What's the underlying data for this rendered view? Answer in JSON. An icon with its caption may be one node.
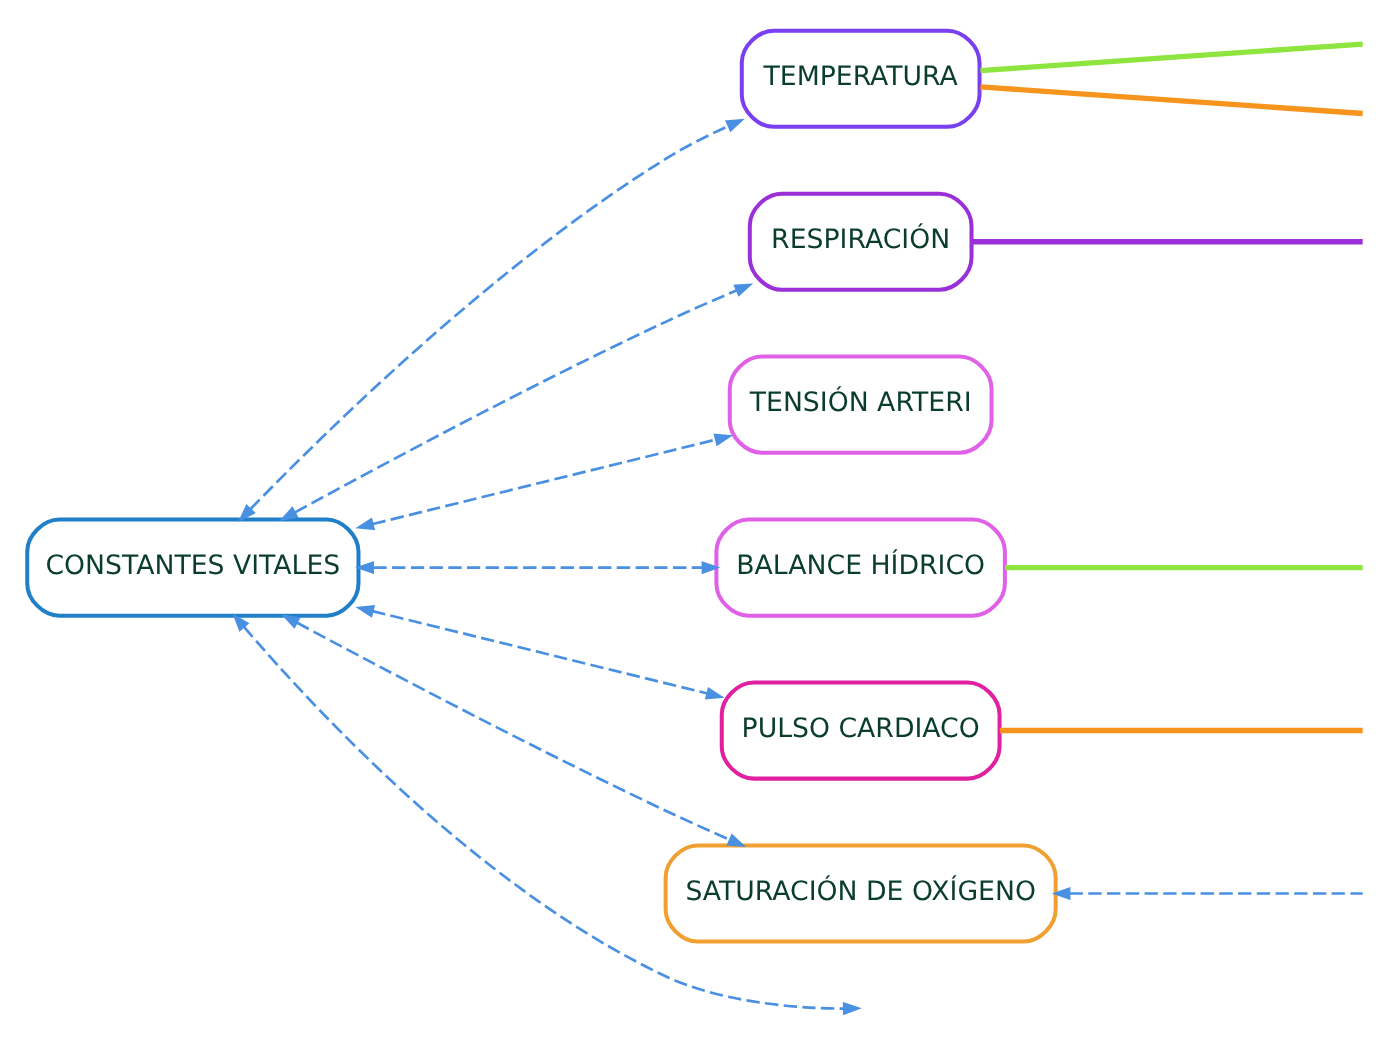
{
  "diagram": {
    "nodes": [
      {
        "text": [
          "CONSTANTES VITALES"
        ]
      },
      {
        "text": [
          "TEMPERATURA"
        ]
      },
      {
        "text": [
          "RESPIRACIÓN"
        ]
      },
      {
        "text": [
          "TENSIÓN ARTERI"
        ]
      },
      {
        "text": [
          "BALANCE HÍDRICO"
        ]
      },
      {
        "text": [
          "PULSO CARDIACO"
        ]
      },
      {
        "text": [
          "SATURACIÓN DE OXÍGENO"
        ]
      }
    ],
    "edges": [
      {
        "from": 0,
        "to": null,
        "arrow": "both",
        "style": "dashed"
      },
      {
        "from": 0,
        "to": 1,
        "arrow": "both",
        "style": "dashed"
      },
      {
        "from": 0,
        "to": 2,
        "arrow": "both",
        "style": "dashed"
      },
      {
        "from": 0,
        "to": 3,
        "arrow": "both",
        "style": "dashed"
      },
      {
        "from": 0,
        "to": 4,
        "arrow": "both",
        "style": "dashed"
      },
      {
        "from": 0,
        "to": 5,
        "arrow": "both",
        "style": "dashed"
      },
      {
        "from": 0,
        "to": 6,
        "arrow": "both",
        "style": "dashed"
      },
      {
        "from": 1,
        "to": null,
        "arrow": "none",
        "color": "#8ee53f"
      },
      {
        "from": 1,
        "to": null,
        "arrow": "none",
        "color": "#f7941d"
      },
      {
        "from": 2,
        "to": null,
        "arrow": "none",
        "color": "#9b30d9"
      },
      {
        "from": 4,
        "to": null,
        "arrow": "none",
        "color": "#8ee53f"
      },
      {
        "from": 5,
        "to": null,
        "arrow": "none",
        "color": "#f7941d"
      },
      {
        "from": null,
        "to": 6,
        "arrow": "to",
        "style": "dashed"
      }
    ]
  }
}
